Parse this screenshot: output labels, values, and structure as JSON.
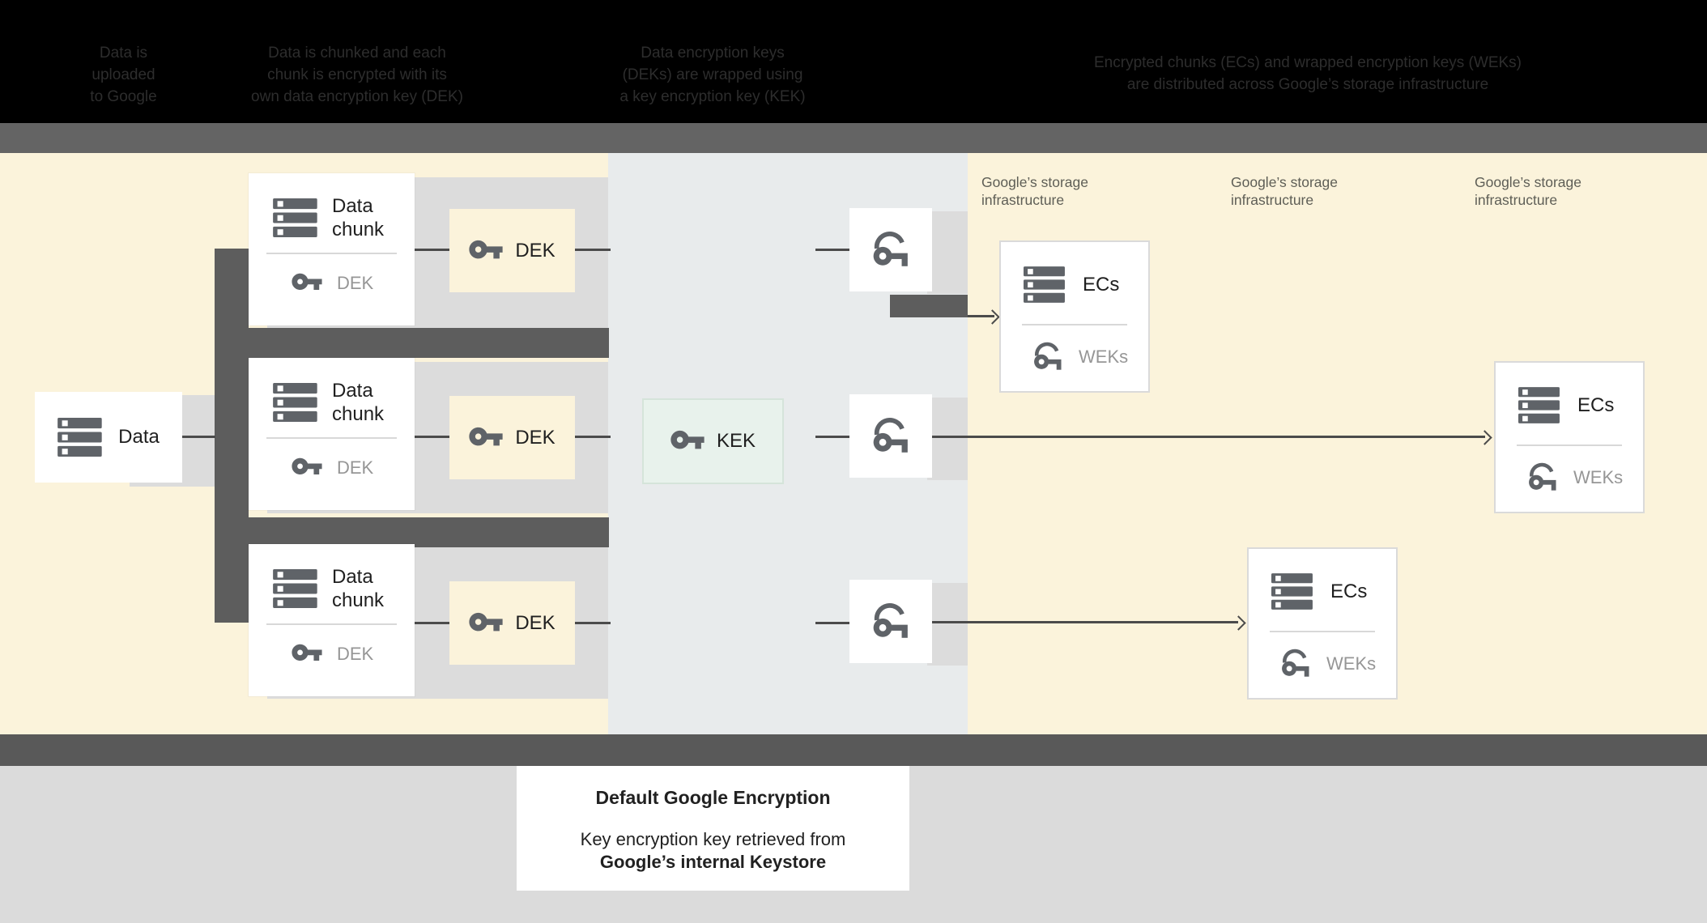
{
  "header": {
    "steps": [
      {
        "lines": [
          "Data is",
          "uploaded",
          "to Google"
        ]
      },
      {
        "lines": [
          "Data is chunked and each",
          "chunk is encrypted with its",
          "own data encryption key (DEK)"
        ]
      },
      {
        "lines": [
          "Data encryption keys",
          "(DEKs) are wrapped using",
          "a key encryption key (KEK)"
        ]
      },
      {
        "lines": [
          "Encrypted chunks (ECs) and wrapped encryption keys (WEKs)",
          "are distributed across Google’s storage infrastructure"
        ]
      }
    ]
  },
  "diagram": {
    "data_box": {
      "label": "Data"
    },
    "chunk_rows": [
      {
        "title": "Data chunk",
        "key_label": "DEK",
        "dek_label": "DEK"
      },
      {
        "title": "Data chunk",
        "key_label": "DEK",
        "dek_label": "DEK"
      },
      {
        "title": "Data chunk",
        "key_label": "DEK",
        "dek_label": "DEK"
      }
    ],
    "kek_box": {
      "label": "KEK"
    },
    "storage_labels": [
      {
        "line1": "Google’s storage",
        "line2": "infrastructure"
      },
      {
        "line1": "Google’s storage",
        "line2": "infrastructure"
      },
      {
        "line1": "Google’s storage",
        "line2": "infrastructure"
      }
    ],
    "ecs_boxes": [
      {
        "label": "ECs",
        "sub_label": "WEKs"
      },
      {
        "label": "ECs",
        "sub_label": "WEKs"
      },
      {
        "label": "ECs",
        "sub_label": "WEKs"
      }
    ]
  },
  "caption": {
    "title": "Default Google Encryption",
    "line1": "Key encryption key retrieved from",
    "line2": "Google’s internal Keystore"
  },
  "colors": {
    "background_cream": "#FBF3DB",
    "middle_band": "#E8EBEC",
    "shadow_band": "#DCDCDC",
    "pipe_dark": "#5D5D5D",
    "kek_fill": "#E8F2EC",
    "icon_gray": "#5F6368"
  }
}
